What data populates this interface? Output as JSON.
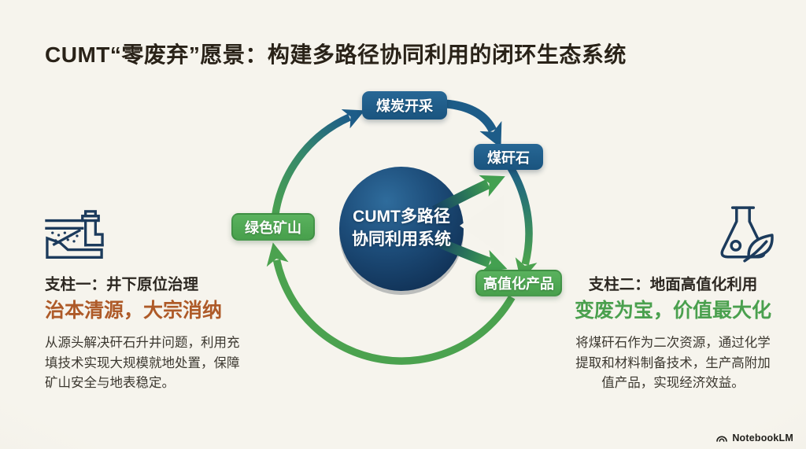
{
  "title": "CUMT“零废弃”愿景：构建多路径协同利用的闭环生态系统",
  "diagram": {
    "center": {
      "line1": "CUMT多路径",
      "line2": "协同利用系统"
    },
    "nodes": [
      {
        "id": "coal-mining",
        "label": "煤炭开采",
        "color": "#1d5c88"
      },
      {
        "id": "coal-gangue",
        "label": "煤矸石",
        "color": "#1d5c88"
      },
      {
        "id": "high-value-products",
        "label": "高值化产品",
        "color": "#4aa04e"
      },
      {
        "id": "green-mine",
        "label": "绿色矿山",
        "color": "#4aa04e"
      }
    ],
    "flow": [
      "绿色矿山 → 煤炭开采",
      "煤炭开采 → 煤矸石",
      "煤矸石 → 高值化产品",
      "高值化产品 → 绿色矿山"
    ]
  },
  "pillar_left": {
    "icon": "underground-mine-icon",
    "heading": "支柱一：井下原位治理",
    "slogan": "治本清源，大宗消纳",
    "slogan_color": "#ae5a28",
    "body": "从源头解决矸石升井问题，利用充填技术实现大规模就地处置，保障矿山安全与地表稳定。"
  },
  "pillar_right": {
    "icon": "flask-leaf-icon",
    "heading": "支柱二：地面高值化利用",
    "slogan": "变废为宝，价值最大化",
    "slogan_color": "#4aa04e",
    "body": "将煤矸石作为二次资源，通过化学提取和材料制备技术，生产高附加值产品，实现经济效益。"
  },
  "footer": {
    "brand": "NotebookLM"
  },
  "colors": {
    "background": "#f4f2ea",
    "blue": "#1d5c88",
    "green": "#4aa04e",
    "navy_circle": "#0e2c4f",
    "orange_accent": "#ae5a28",
    "title_text": "#292218"
  }
}
